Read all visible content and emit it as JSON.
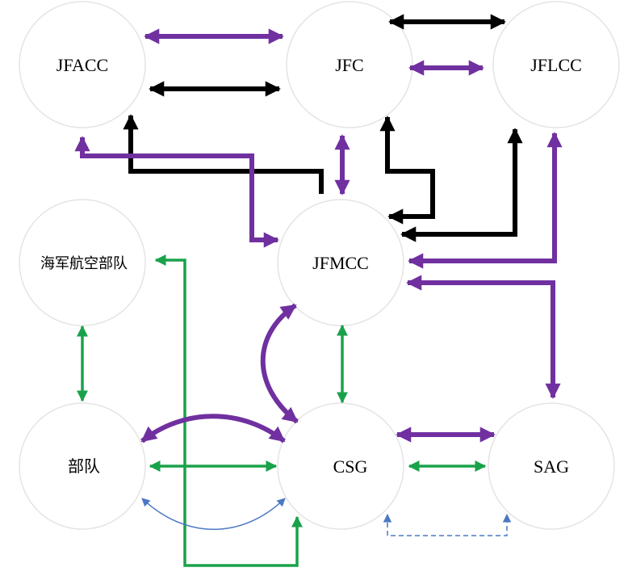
{
  "nodes": {
    "jfacc": {
      "label": "JFACC"
    },
    "jfc": {
      "label": "JFC"
    },
    "jflcc": {
      "label": "JFLCC"
    },
    "naval_air": {
      "label": "海军航空部队"
    },
    "jfmcc": {
      "label": "JFMCC"
    },
    "forces": {
      "label": "部队"
    },
    "csg": {
      "label": "CSG"
    },
    "sag": {
      "label": "SAG"
    }
  },
  "colors": {
    "purple": "#7030a0",
    "black": "#000000",
    "green": "#1aa24a",
    "blue": "#4a78c2",
    "node_border": "#e4e4e4"
  }
}
